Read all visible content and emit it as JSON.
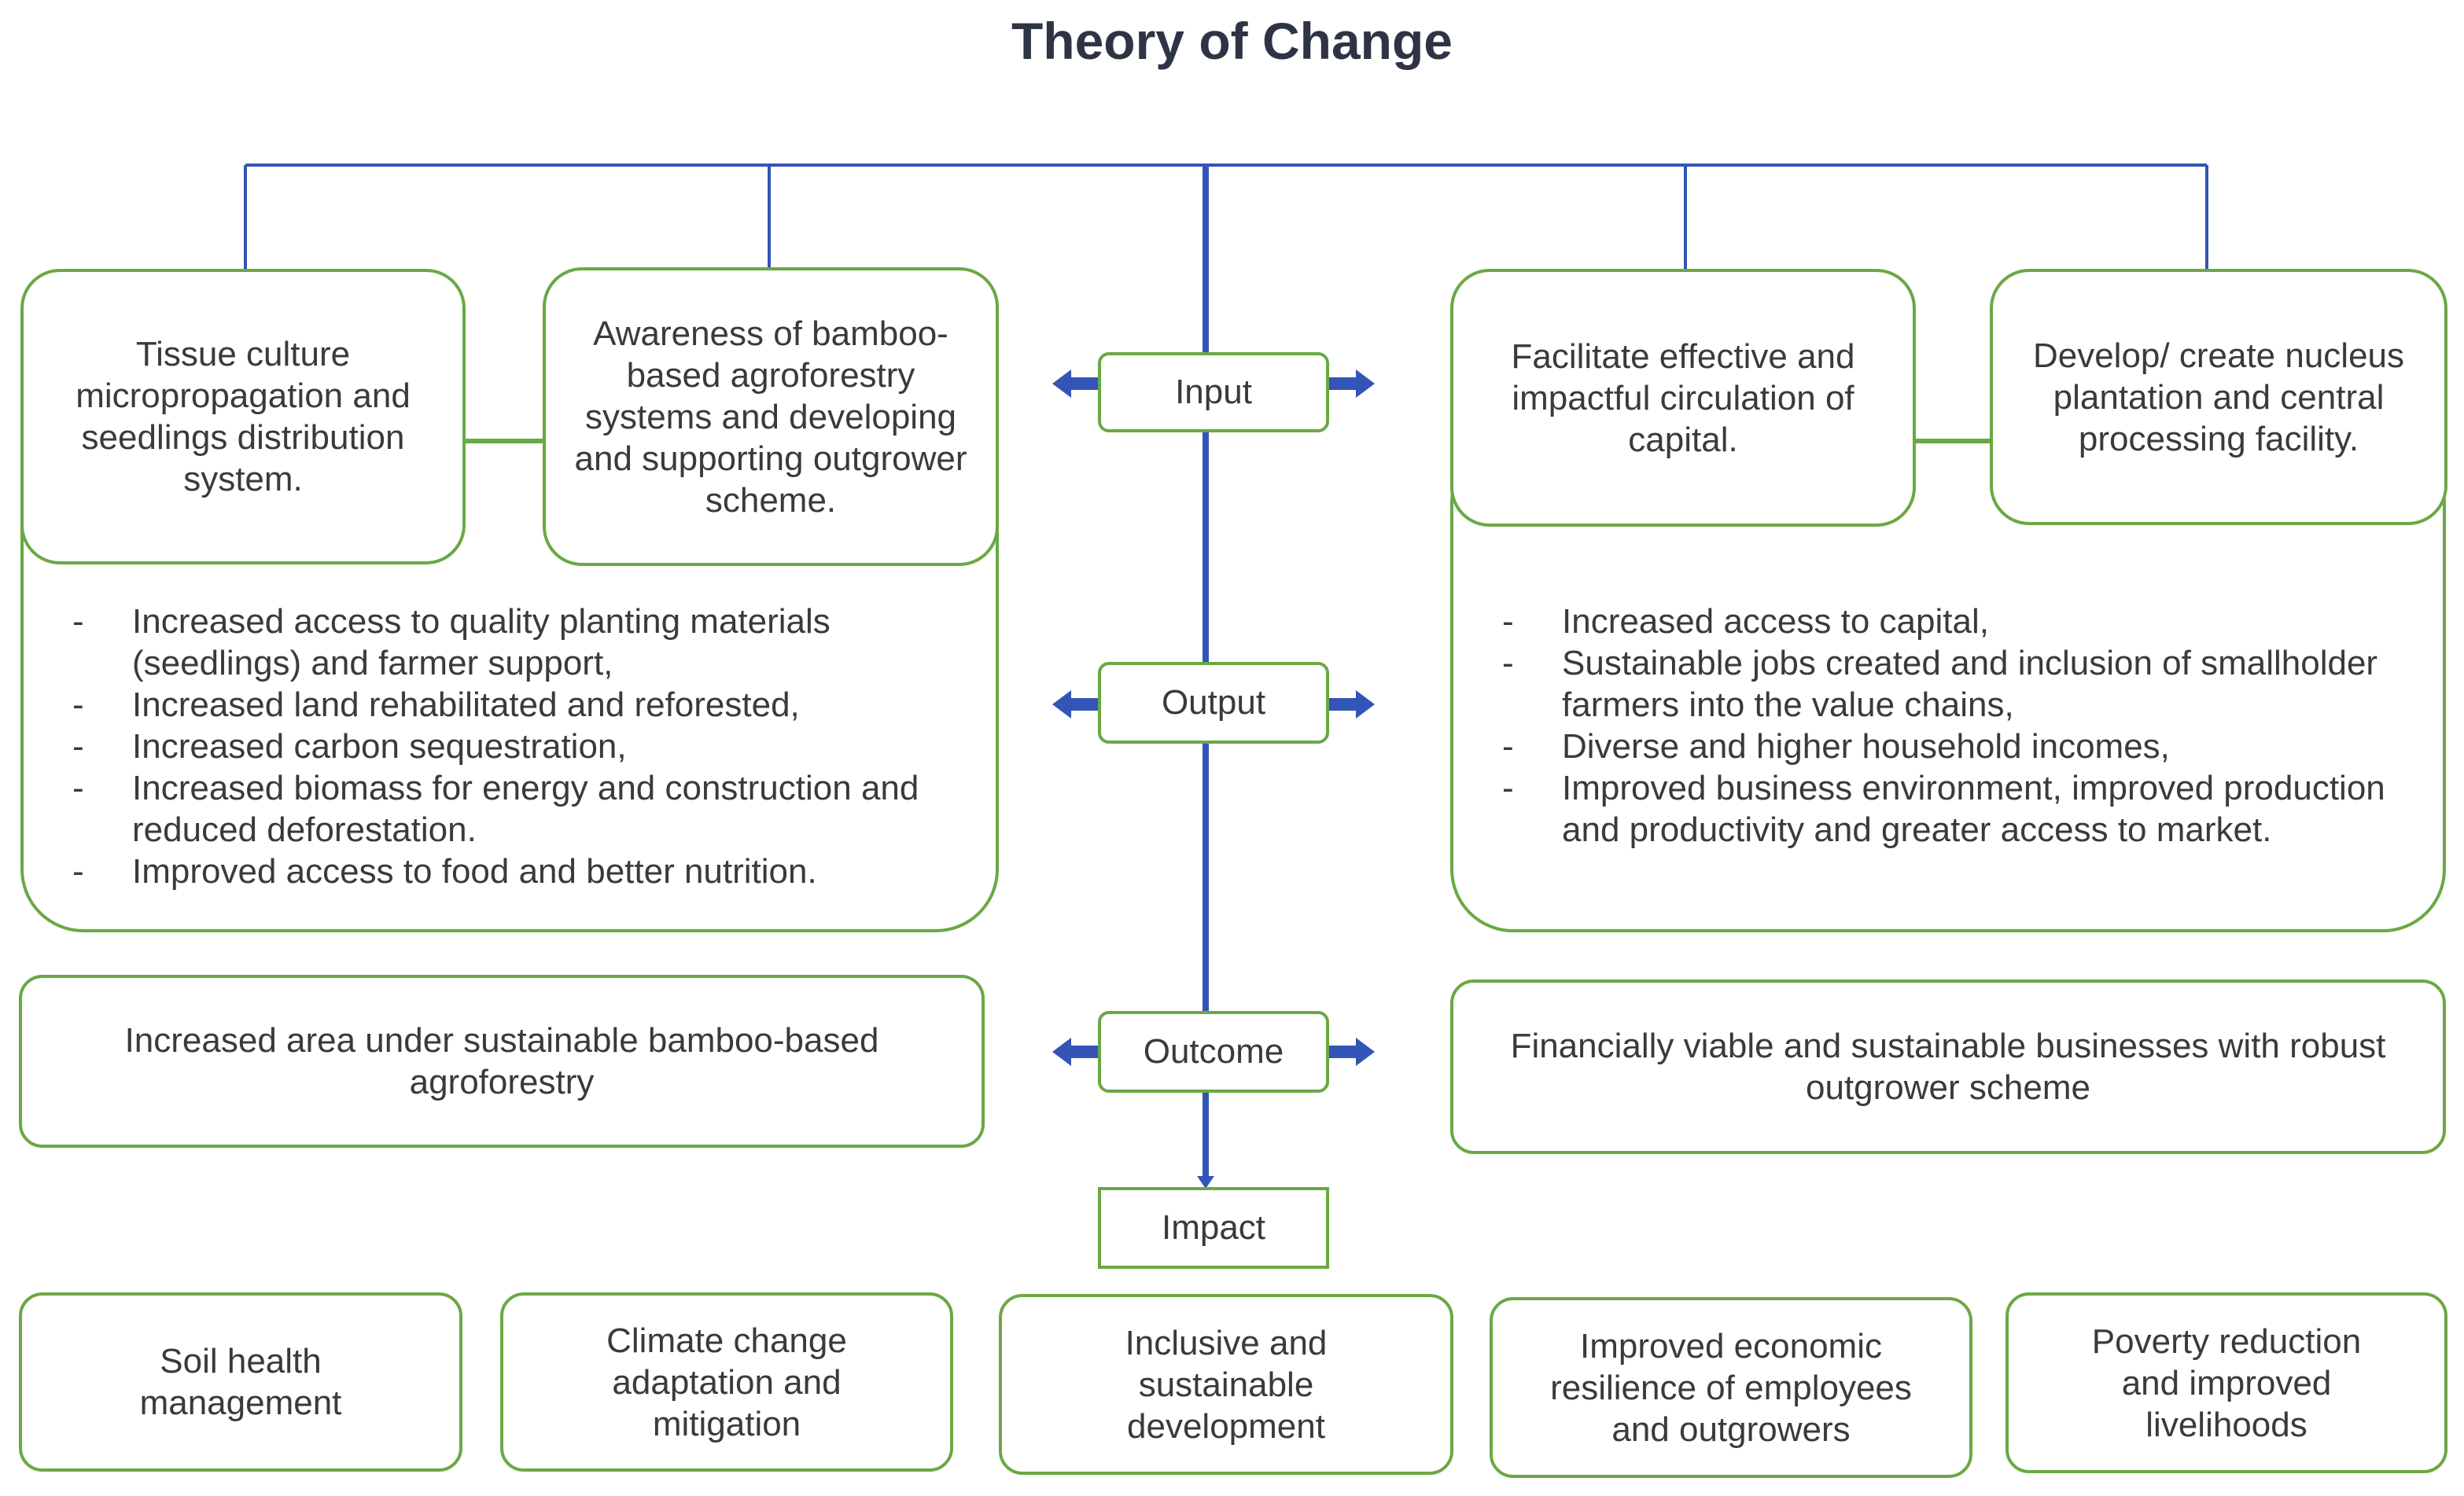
{
  "title": "Theory of Change",
  "stages": {
    "input": "Input",
    "output": "Output",
    "outcome": "Outcome",
    "impact": "Impact"
  },
  "inputs": [
    "Tissue culture micropropagation and seedlings distribution system.",
    "Awareness of bamboo-based agroforestry systems and developing and supporting outgrower scheme.",
    "Facilitate effective and impactful circulation of capital.",
    "Develop/ create nucleus plantation and central processing facility."
  ],
  "outputs_left": [
    "Increased access to quality planting materials (seedlings) and farmer support,",
    "Increased land rehabilitated and reforested,",
    "Increased carbon sequestration,",
    "Increased biomass for energy and construction and reduced deforestation.",
    "Improved access to food and better nutrition."
  ],
  "outputs_right": [
    "Increased access to capital,",
    "Sustainable jobs created and inclusion of smallholder farmers into the value chains,",
    "Diverse and higher household incomes,",
    "Improved business environment, improved production and productivity and greater access to market."
  ],
  "bullet_marker": "-",
  "outcomes": {
    "left": "Increased area under sustainable bamboo-based agroforestry",
    "right": "Financially viable and sustainable businesses with robust outgrower scheme"
  },
  "impacts": [
    "Soil health management",
    "Climate change adaptation and mitigation",
    "Inclusive and sustainable development",
    "Improved economic resilience of employees and outgrowers",
    "Poverty reduction and improved livelihoods"
  ],
  "colors": {
    "box_border": "#6aa844",
    "connector": "#3355b8",
    "title": "#2e3445",
    "text": "#3a3a3a"
  }
}
